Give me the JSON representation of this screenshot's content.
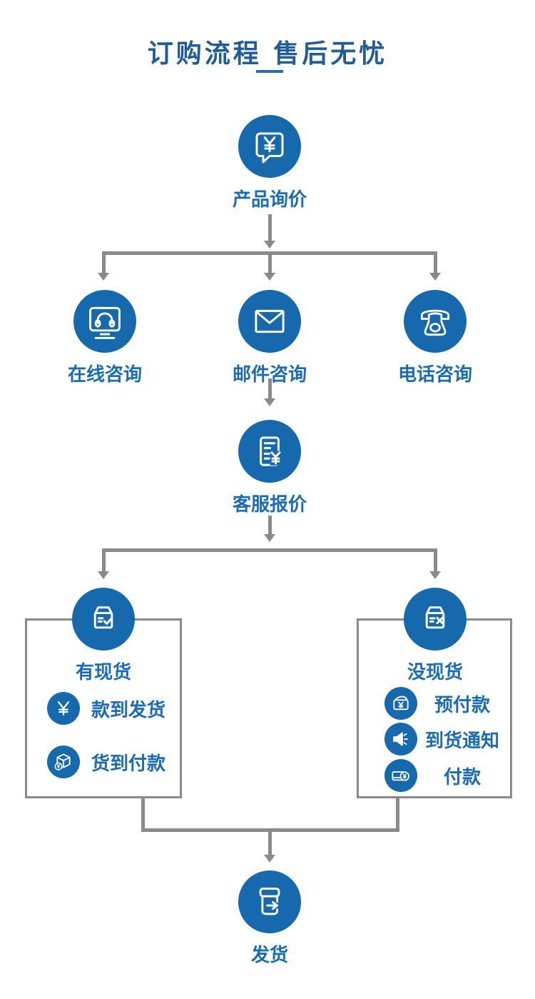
{
  "header": {
    "title": "订购流程  售后无忧"
  },
  "colors": {
    "primary_blue": "#1569ac",
    "label_blue": "#1b6cb3",
    "title_blue": "#1f5c99",
    "line_gray": "#8a8a8a",
    "icon_stroke": "#ffffff"
  },
  "flow": {
    "start": {
      "label": "产品询价",
      "icon": "chat-yen-icon"
    },
    "contact_options": [
      {
        "label": "在线咨询",
        "icon": "monitor-headset-icon"
      },
      {
        "label": "邮件咨询",
        "icon": "envelope-icon"
      },
      {
        "label": "电话咨询",
        "icon": "telephone-icon"
      }
    ],
    "quote": {
      "label": "客服报价",
      "icon": "document-yen-icon"
    },
    "in_stock": {
      "label": "有现货",
      "icon": "box-check-icon",
      "items": [
        {
          "label": "款到发货",
          "icon": "yen-icon"
        },
        {
          "label": "货到付款",
          "icon": "package-yen-icon"
        }
      ]
    },
    "out_of_stock": {
      "label": "没现货",
      "icon": "box-x-icon",
      "items": [
        {
          "label": "预付款",
          "icon": "wallet-yen-icon"
        },
        {
          "label": "到货通知",
          "icon": "speaker-icon"
        },
        {
          "label": "付款",
          "icon": "card-yen-icon"
        }
      ]
    },
    "end": {
      "label": "发货",
      "icon": "box-arrow-icon"
    }
  }
}
